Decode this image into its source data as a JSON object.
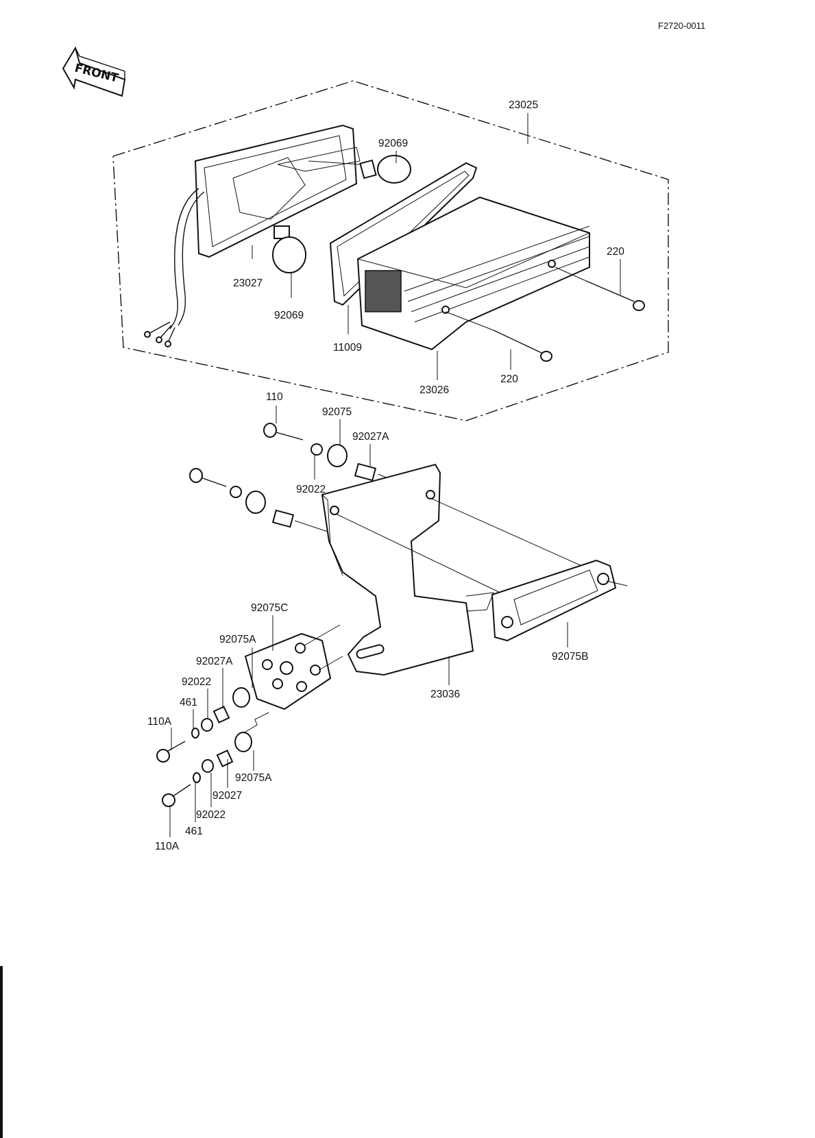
{
  "document": {
    "code": "F2720-0011",
    "direction_label": "FRONT"
  },
  "labels": {
    "23025": "23025",
    "92069_top": "92069",
    "92069_bottom": "92069",
    "23027": "23027",
    "220_right": "220",
    "220_bottom": "220",
    "11009": "11009",
    "23026": "23026",
    "110": "110",
    "92075": "92075",
    "92027A_top": "92027A",
    "92022_top": "92022",
    "92075C": "92075C",
    "92075A_top": "92075A",
    "92027A_mid": "92027A",
    "92022_mid": "92022",
    "461_top": "461",
    "110A_top": "110A",
    "92075B": "92075B",
    "23036": "23036",
    "92075A_bottom": "92075A",
    "92027": "92027",
    "92022_bottom": "92022",
    "461_bottom": "461",
    "110A_bottom": "110A"
  }
}
